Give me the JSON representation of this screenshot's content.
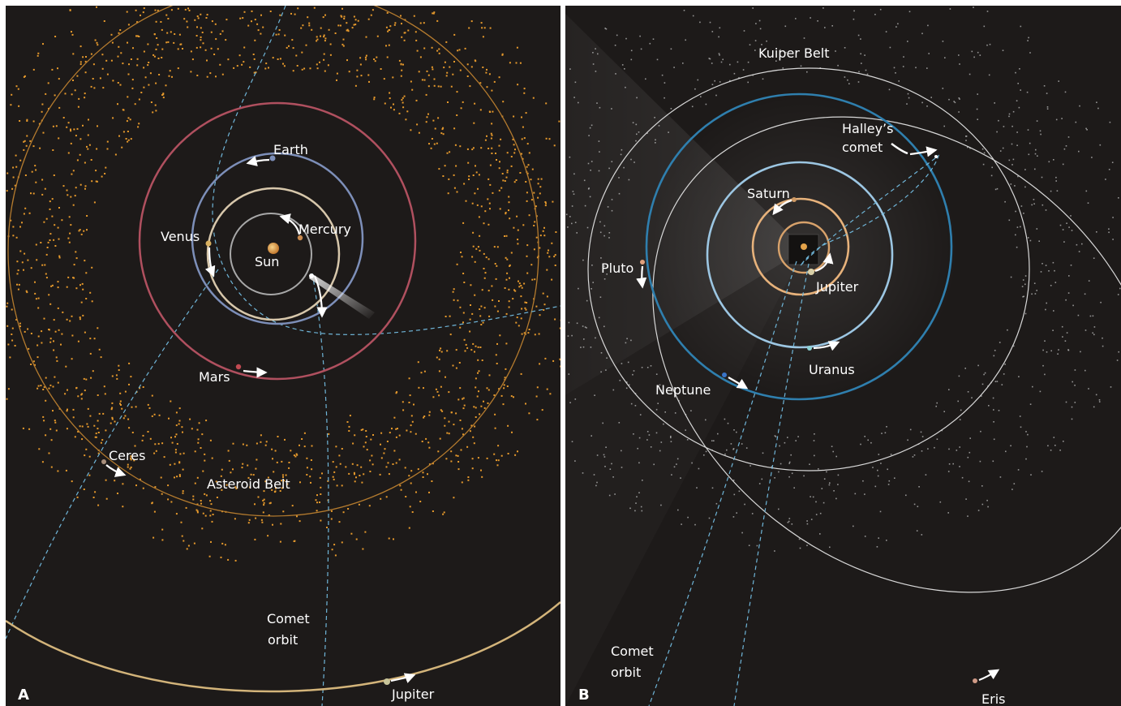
{
  "panel_a": {
    "letter": "A",
    "labels": {
      "sun": "Sun",
      "mercury": "Mercury",
      "venus": "Venus",
      "earth": "Earth",
      "mars": "Mars",
      "ceres": "Ceres",
      "asteroid_belt": "Asteroid Belt",
      "comet_orbit_line1": "Comet",
      "comet_orbit_line2": "orbit",
      "jupiter": "Jupiter"
    },
    "colors": {
      "background": "#1d1a19",
      "mercury_orbit": "#a8a8a8",
      "venus_orbit": "#d7c7ab",
      "earth_orbit": "#7d8fb9",
      "mars_orbit": "#b0505f",
      "belt_ring": "#b37a2e",
      "jupiter_orbit": "#d3b47a",
      "comet_orbit": "#6fb5d8",
      "asteroid_dots": "#e79a2c"
    }
  },
  "panel_b": {
    "letter": "B",
    "labels": {
      "kuiper_belt": "Kuiper Belt",
      "halley_line1": "Halley’s",
      "halley_line2": "comet",
      "saturn": "Saturn",
      "pluto": "Pluto",
      "jupiter": "Jupiter",
      "uranus": "Uranus",
      "neptune": "Neptune",
      "comet_orbit_line1": "Comet",
      "comet_orbit_line2": "orbit",
      "eris": "Eris"
    },
    "colors": {
      "background": "#1d1a19",
      "jupiter_orbit": "#d8a26b",
      "saturn_orbit": "#e7b27b",
      "uranus_orbit": "#9cc6e2",
      "neptune_orbit": "#2f7fae",
      "pluto_orbit": "#d8d8d8",
      "eris_orbit": "#d8d8d8",
      "comet_orbit": "#6fb5d8",
      "kuiper_dots": "#bdbdbd"
    }
  }
}
